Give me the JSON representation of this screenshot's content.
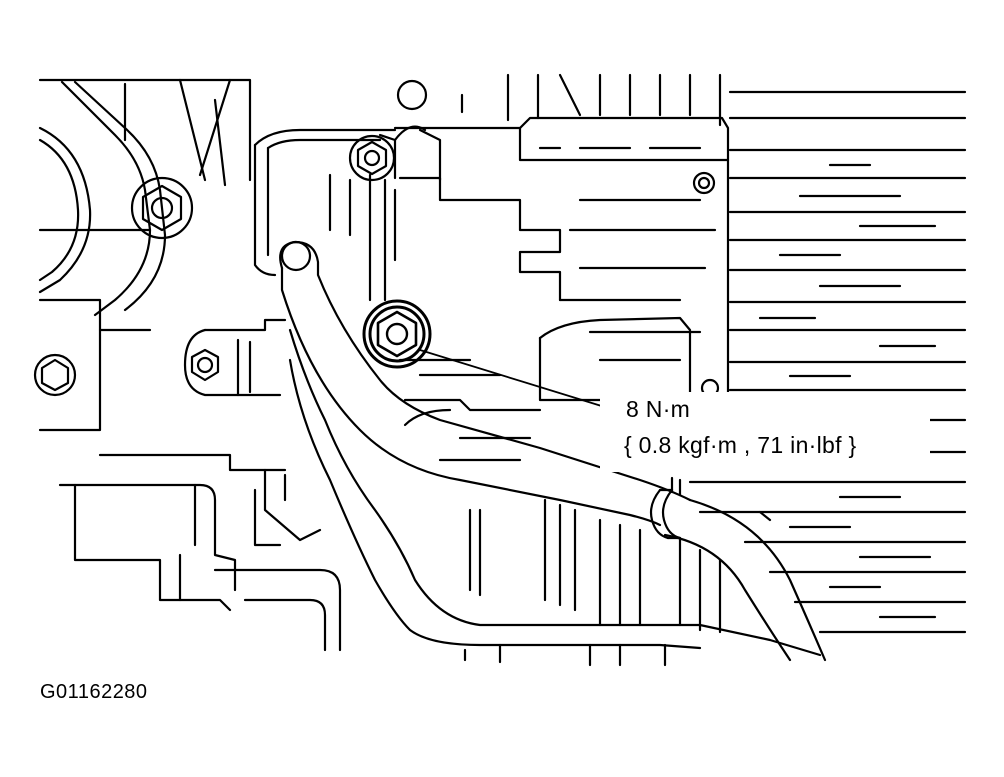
{
  "callout": {
    "torque_line": "8 N·m",
    "torque_detail": "{ 0.8 kgf·m , 71 in·lbf }"
  },
  "figure": {
    "id": "G01162280"
  },
  "colors": {
    "line": "#000000",
    "background": "#ffffff"
  },
  "parts": [
    "engine-block",
    "timing-belt-pulley",
    "mounting-bracket",
    "hose-clamp-bracket",
    "flange-bolt",
    "coolant-hose",
    "hose-clamp"
  ]
}
